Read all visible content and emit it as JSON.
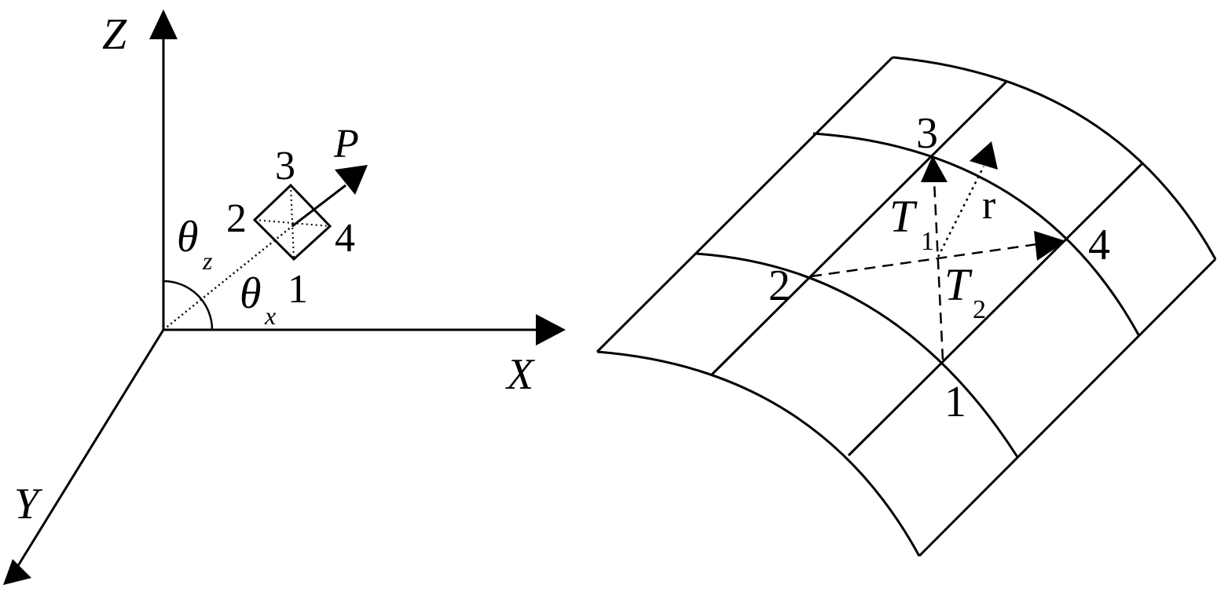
{
  "axes": {
    "z_label": "Z",
    "x_label": "X",
    "y_label": "Y"
  },
  "left_element": {
    "node_1": "1",
    "node_2": "2",
    "node_3": "3",
    "node_4": "4",
    "vector_label": "P",
    "theta_z_symbol": "θ",
    "theta_z_sub": "z",
    "theta_x_symbol": "θ",
    "theta_x_sub": "x"
  },
  "surface": {
    "node_1": "1",
    "node_2": "2",
    "node_3": "3",
    "node_4": "4",
    "t1_symbol": "T",
    "t1_sub": "1",
    "t2_symbol": "T",
    "t2_sub": "2",
    "r_label": "r"
  },
  "colors": {
    "stroke": "#000000",
    "background": "#ffffff"
  }
}
